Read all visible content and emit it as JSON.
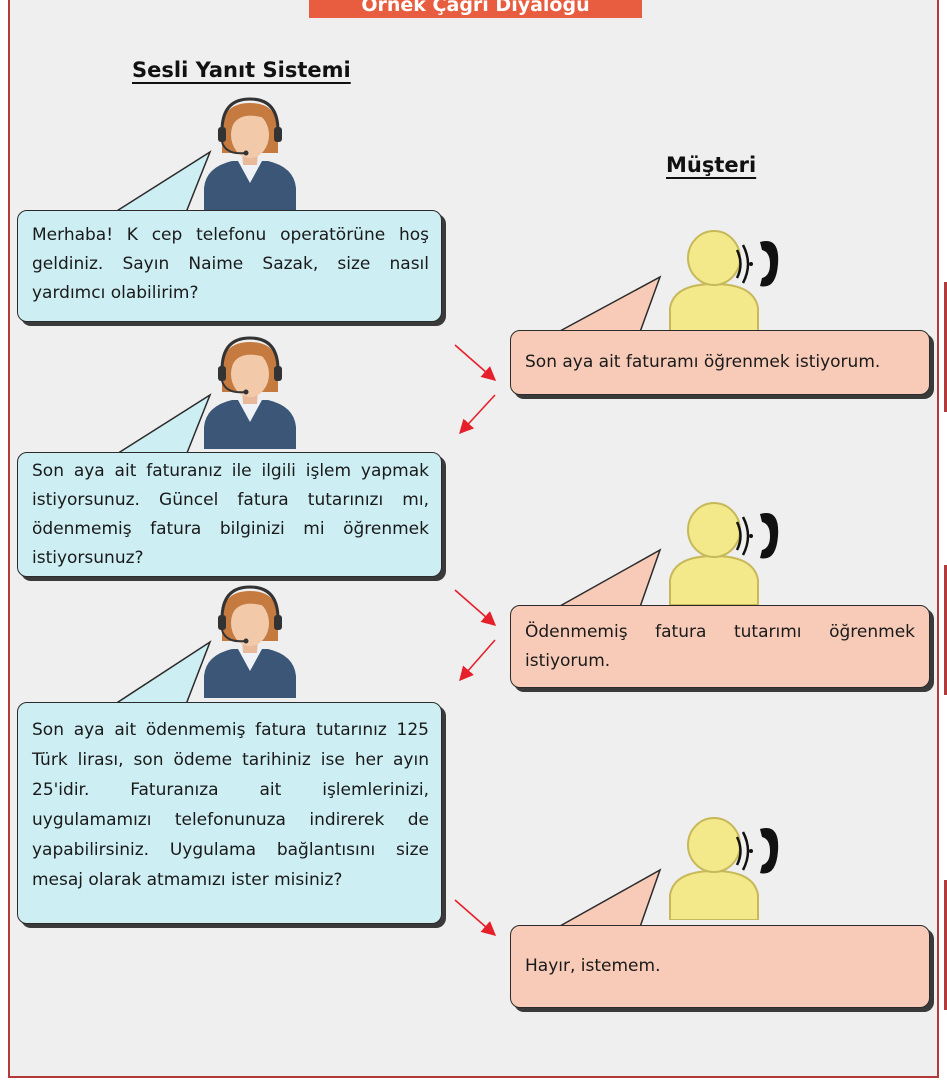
{
  "title": "Örnek Çağrı Diyaloğu",
  "headings": {
    "system": "Sesli Yanıt Sistemi",
    "customer": "Müşteri"
  },
  "colors": {
    "frame_border": "#b23a3a",
    "title_bar": "#e85d3f",
    "agent_bubble": "#cdeef3",
    "customer_bubble": "#f8cbb8",
    "arrow": "#e5202a"
  },
  "icons": {
    "agent": "call-center-agent-with-headset-icon",
    "customer": "customer-on-phone-icon"
  },
  "dialogue": [
    {
      "speaker": "Sesli Yanıt Sistemi",
      "text": "Merhaba! K cep telefonu operatörüne hoş geldiniz. Sayın Naime Sazak, size nasıl yardımcı olabilirim?"
    },
    {
      "speaker": "Müşteri",
      "text": "Son aya ait faturamı öğrenmek istiyorum."
    },
    {
      "speaker": "Sesli Yanıt Sistemi",
      "text": "Son aya ait faturanız ile ilgili işlem yapmak istiyorsunuz. Güncel fatura tutarınızı mı, ödenmemiş fatura bilginizi mi öğrenmek istiyorsunuz?"
    },
    {
      "speaker": "Müşteri",
      "text": "Ödenmemiş fatura tutarımı öğrenmek istiyorum."
    },
    {
      "speaker": "Sesli Yanıt Sistemi",
      "text": "Son aya ait ödenmemiş fatura tutarınız 125 Türk lirası, son ödeme tarihiniz ise her ayın 25'idir. Faturanıza ait işlemlerinizi, uygulamamızı telefonunuza indirerek de yapabilirsiniz. Uygulama bağlantısını size mesaj olarak atmamızı ister misiniz?"
    },
    {
      "speaker": "Müşteri",
      "text": "Hayır, istemem."
    }
  ]
}
